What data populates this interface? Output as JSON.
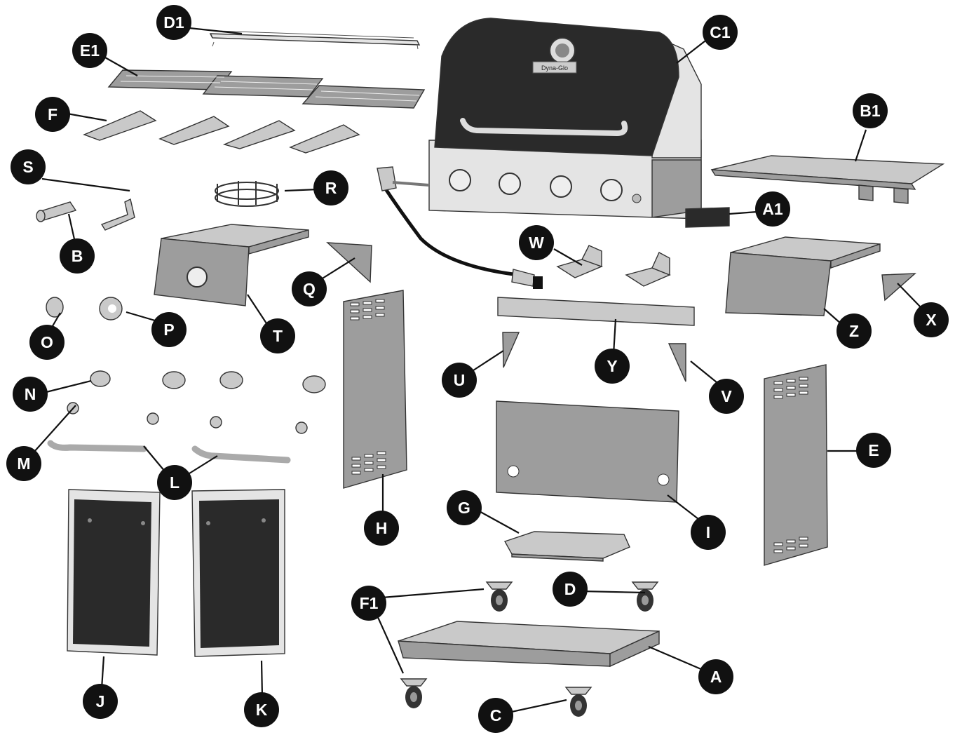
{
  "diagram": {
    "brand_badge": "Dyna-Glo",
    "callouts": [
      {
        "key": "D1",
        "label": "D1"
      },
      {
        "key": "E1",
        "label": "E1"
      },
      {
        "key": "C1",
        "label": "C1"
      },
      {
        "key": "F",
        "label": "F"
      },
      {
        "key": "B1",
        "label": "B1"
      },
      {
        "key": "S",
        "label": "S"
      },
      {
        "key": "R",
        "label": "R"
      },
      {
        "key": "A1",
        "label": "A1"
      },
      {
        "key": "B",
        "label": "B"
      },
      {
        "key": "W",
        "label": "W"
      },
      {
        "key": "Q",
        "label": "Q"
      },
      {
        "key": "O",
        "label": "O"
      },
      {
        "key": "P",
        "label": "P"
      },
      {
        "key": "T",
        "label": "T"
      },
      {
        "key": "X",
        "label": "X"
      },
      {
        "key": "Z",
        "label": "Z"
      },
      {
        "key": "Y",
        "label": "Y"
      },
      {
        "key": "U",
        "label": "U"
      },
      {
        "key": "V",
        "label": "V"
      },
      {
        "key": "N",
        "label": "N"
      },
      {
        "key": "E",
        "label": "E"
      },
      {
        "key": "M",
        "label": "M"
      },
      {
        "key": "L",
        "label": "L"
      },
      {
        "key": "G",
        "label": "G"
      },
      {
        "key": "H",
        "label": "H"
      },
      {
        "key": "I",
        "label": "I"
      },
      {
        "key": "D",
        "label": "D"
      },
      {
        "key": "F1",
        "label": "F1"
      },
      {
        "key": "J",
        "label": "J"
      },
      {
        "key": "A",
        "label": "A"
      },
      {
        "key": "K",
        "label": "K"
      },
      {
        "key": "C",
        "label": "C"
      }
    ]
  }
}
